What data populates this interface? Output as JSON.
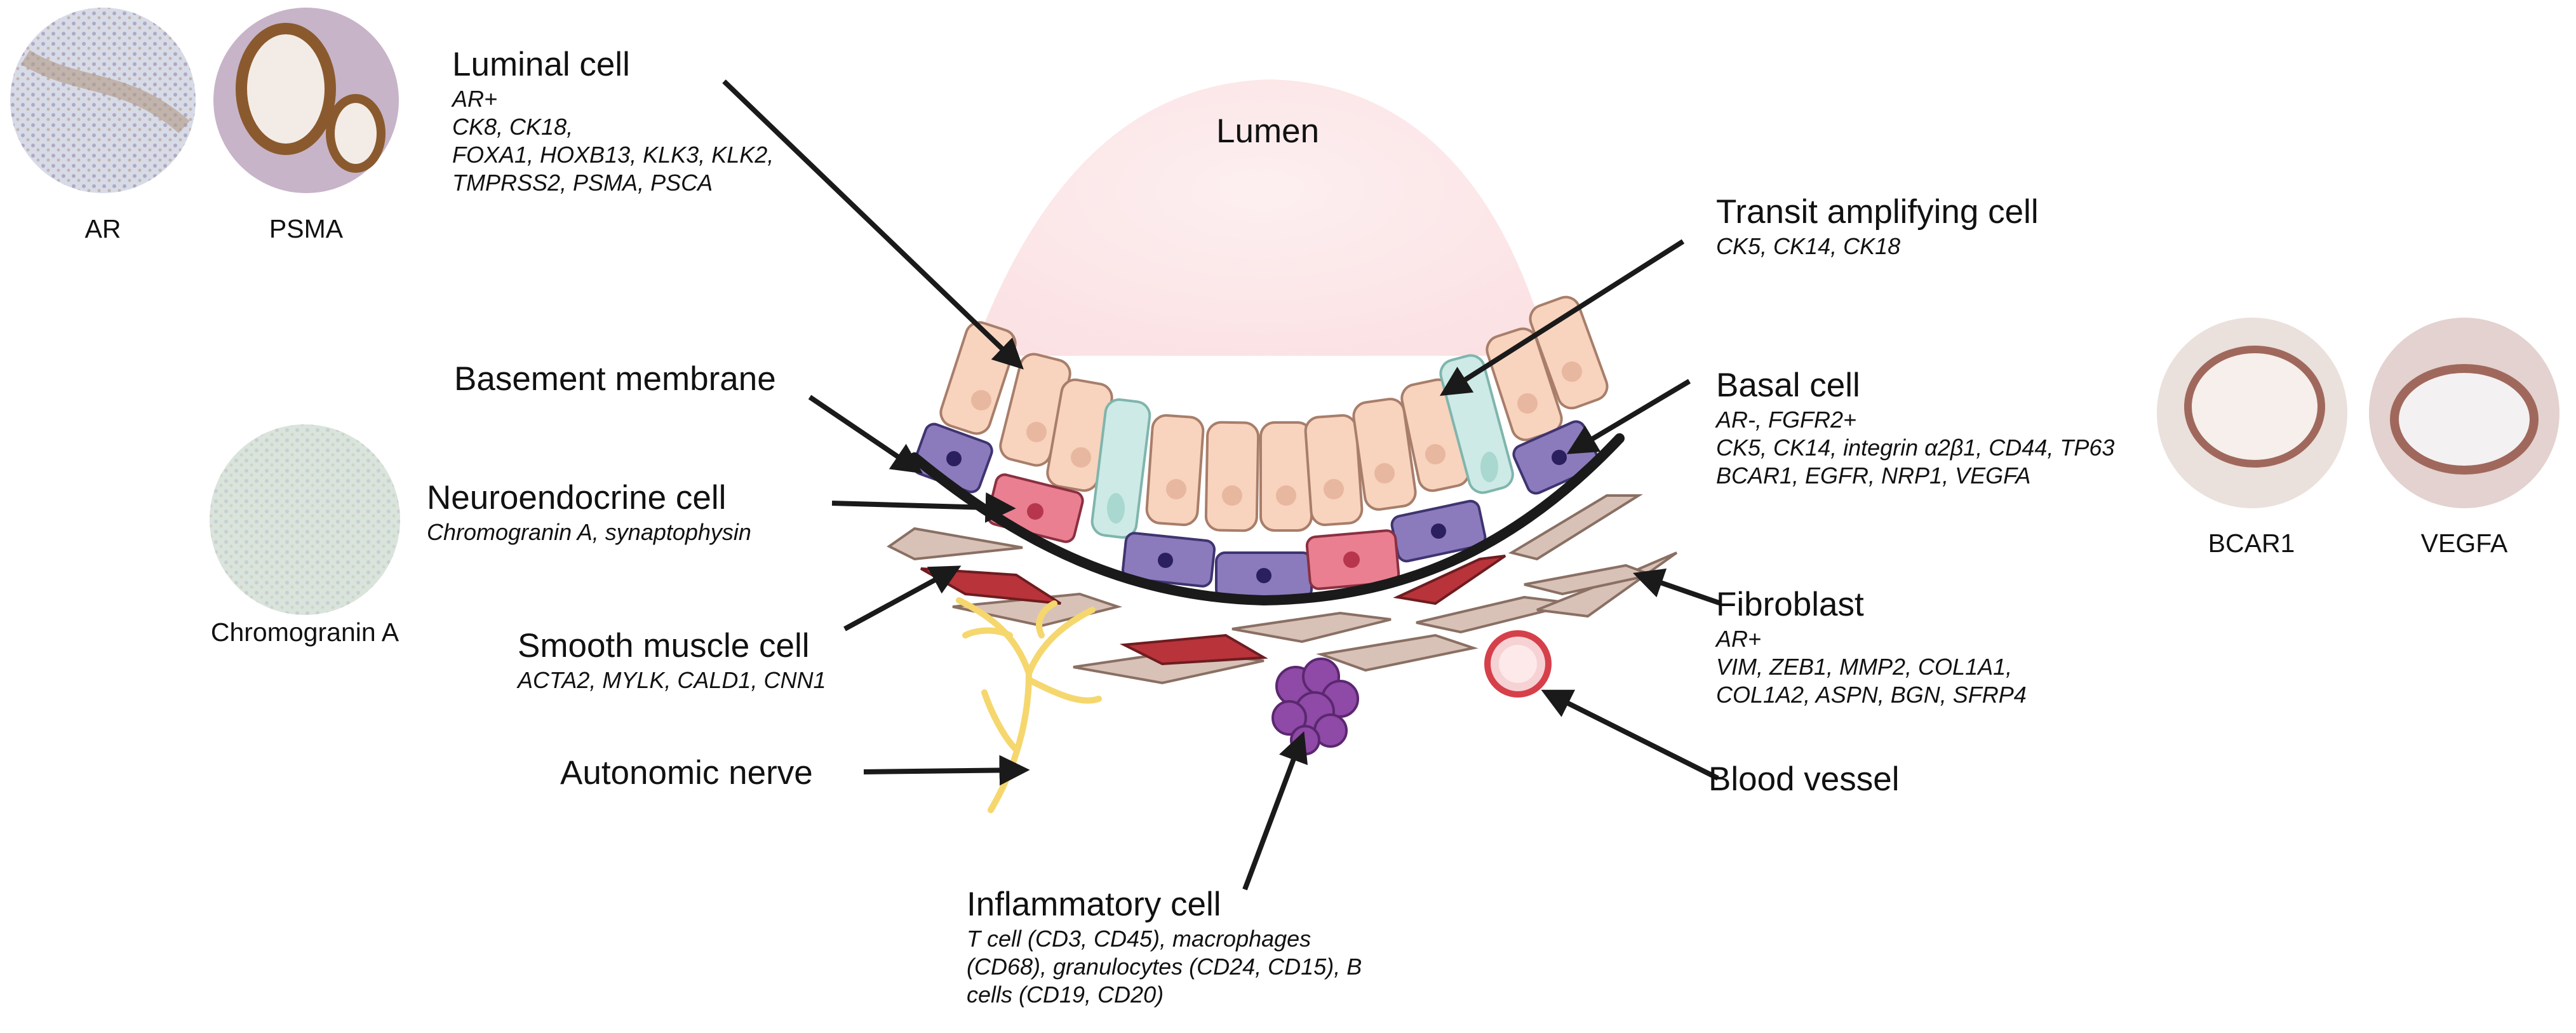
{
  "micrographs": {
    "ar": "AR",
    "psma": "PSMA",
    "chromogranin": "Chromogranin A",
    "bcar1": "BCAR1",
    "vegfa": "VEGFA"
  },
  "lumen": "Lumen",
  "luminal": {
    "title": "Luminal cell",
    "lines": [
      "AR+",
      "CK8, CK18,",
      "FOXA1, HOXB13, KLK3, KLK2,",
      "TMPRSS2, PSMA, PSCA"
    ]
  },
  "basement": {
    "title": "Basement membrane"
  },
  "neuroendocrine": {
    "title": "Neuroendocrine cell",
    "lines": [
      "Chromogranin A, synaptophysin"
    ]
  },
  "smooth_muscle": {
    "title": "Smooth muscle cell",
    "lines": [
      "ACTA2, MYLK, CALD1, CNN1"
    ]
  },
  "nerve": {
    "title": "Autonomic nerve"
  },
  "inflammatory": {
    "title": "Inflammatory cell",
    "lines": [
      "T cell (CD3, CD45), macrophages",
      "(CD68), granulocytes (CD24, CD15), B",
      "cells (CD19, CD20)"
    ]
  },
  "transit": {
    "title": "Transit amplifying cell",
    "lines": [
      "CK5, CK14, CK18"
    ]
  },
  "basal": {
    "title": "Basal cell",
    "lines": [
      "AR-, FGFR2+",
      "CK5, CK14, integrin α2β1, CD44, TP63",
      "BCAR1, EGFR, NRP1, VEGFA"
    ]
  },
  "fibroblast": {
    "title": "Fibroblast",
    "lines": [
      "AR+",
      "VIM, ZEB1, MMP2, COL1A1,",
      "COL1A2, ASPN, BGN, SFRP4"
    ]
  },
  "vessel": {
    "title": "Blood vessel"
  },
  "colors": {
    "luminal": "#f8d3bd",
    "transit": "#cdeae6",
    "basal": "#8b7bbd",
    "neuroendocrine": "#e97f90",
    "fibroblast": "#d8c2b8",
    "smooth_muscle": "#b8333a",
    "nerve": "#f5d76e",
    "immune": "#8e4aa6",
    "lumen": "#fde9ea",
    "membrane": "#1a1a1a"
  }
}
